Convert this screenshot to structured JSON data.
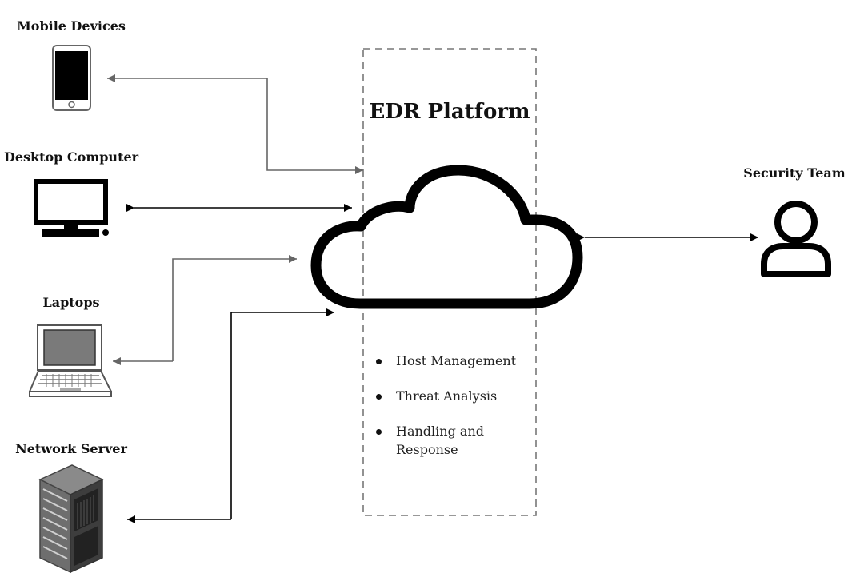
{
  "platform": {
    "title": "EDR Platform",
    "features": [
      "Host Management",
      "Threat Analysis",
      "Handling and Response"
    ]
  },
  "devices": {
    "mobile": "Mobile Devices",
    "desktop": "Desktop Computer",
    "laptops": "Laptops",
    "server": "Network Server"
  },
  "security_team": "Security Team",
  "colors": {
    "line_dark": "#000000",
    "line_gray": "#666666",
    "dashed_border": "#777777"
  }
}
